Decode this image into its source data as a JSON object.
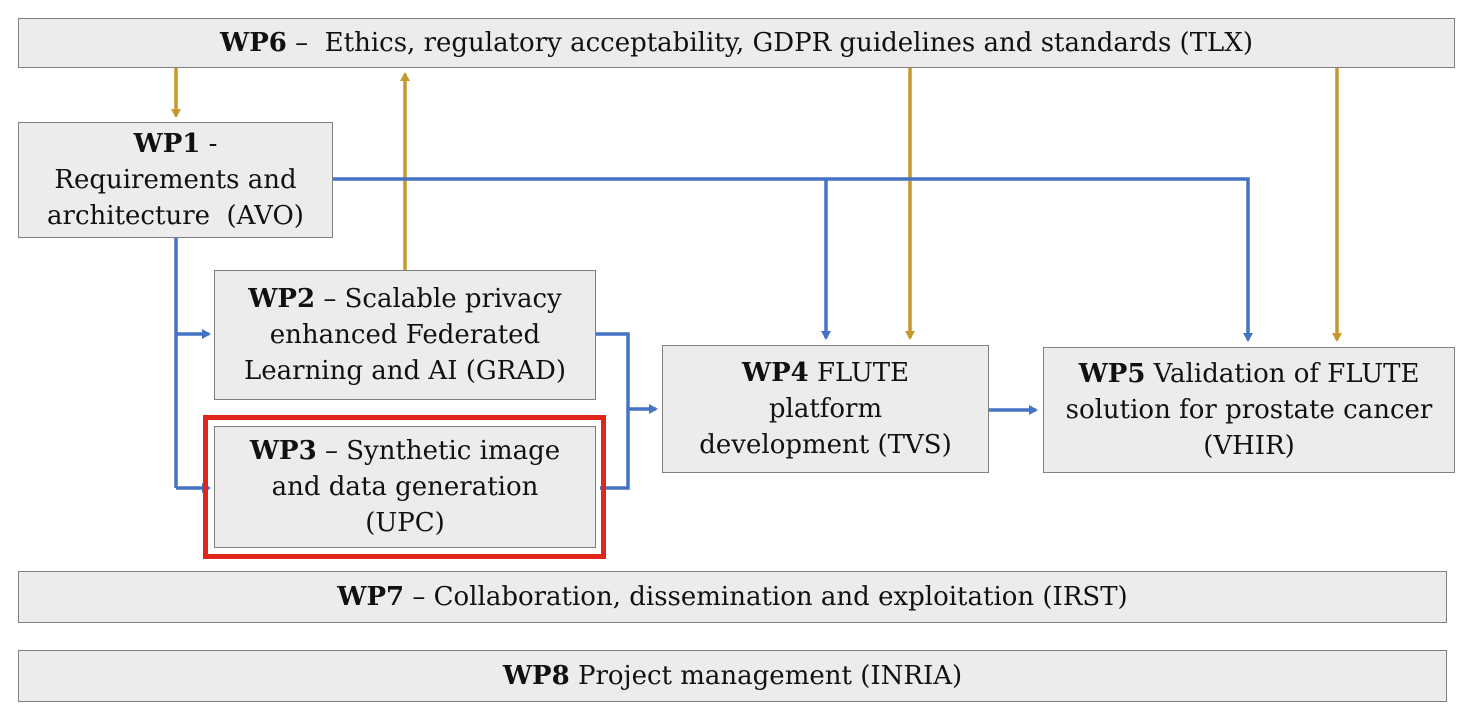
{
  "colors": {
    "blue_arrow": "#4472c4",
    "gold_arrow": "#c49a2e",
    "highlight": "#e0261b",
    "box_fill": "#ececec",
    "box_border": "#7f7f7f"
  },
  "wp6": {
    "id": "WP6",
    "text": " –  Ethics, regulatory acceptability, GDPR guidelines and standards (TLX)"
  },
  "wp1": {
    "id": "WP1",
    "text": " -",
    "line2": "Requirements and",
    "line3": "architecture  (AVO)"
  },
  "wp2": {
    "id": "WP2",
    "text": " – Scalable privacy",
    "line2": "enhanced Federated",
    "line3": "Learning and AI (GRAD)"
  },
  "wp3": {
    "id": "WP3",
    "text": " – Synthetic image",
    "line2": "and data generation",
    "line3": "(UPC)"
  },
  "wp4": {
    "id": "WP4",
    "text": " FLUTE",
    "line2": "platform",
    "line3": "development (TVS)"
  },
  "wp5": {
    "id": "WP5",
    "text": " Validation of FLUTE",
    "line2": "solution for prostate cancer",
    "line3": "(VHIR)"
  },
  "wp7": {
    "id": "WP7",
    "text": " – Collaboration, dissemination and exploitation (IRST)"
  },
  "wp8": {
    "id": "WP8",
    "text": " Project management (INRIA)"
  }
}
